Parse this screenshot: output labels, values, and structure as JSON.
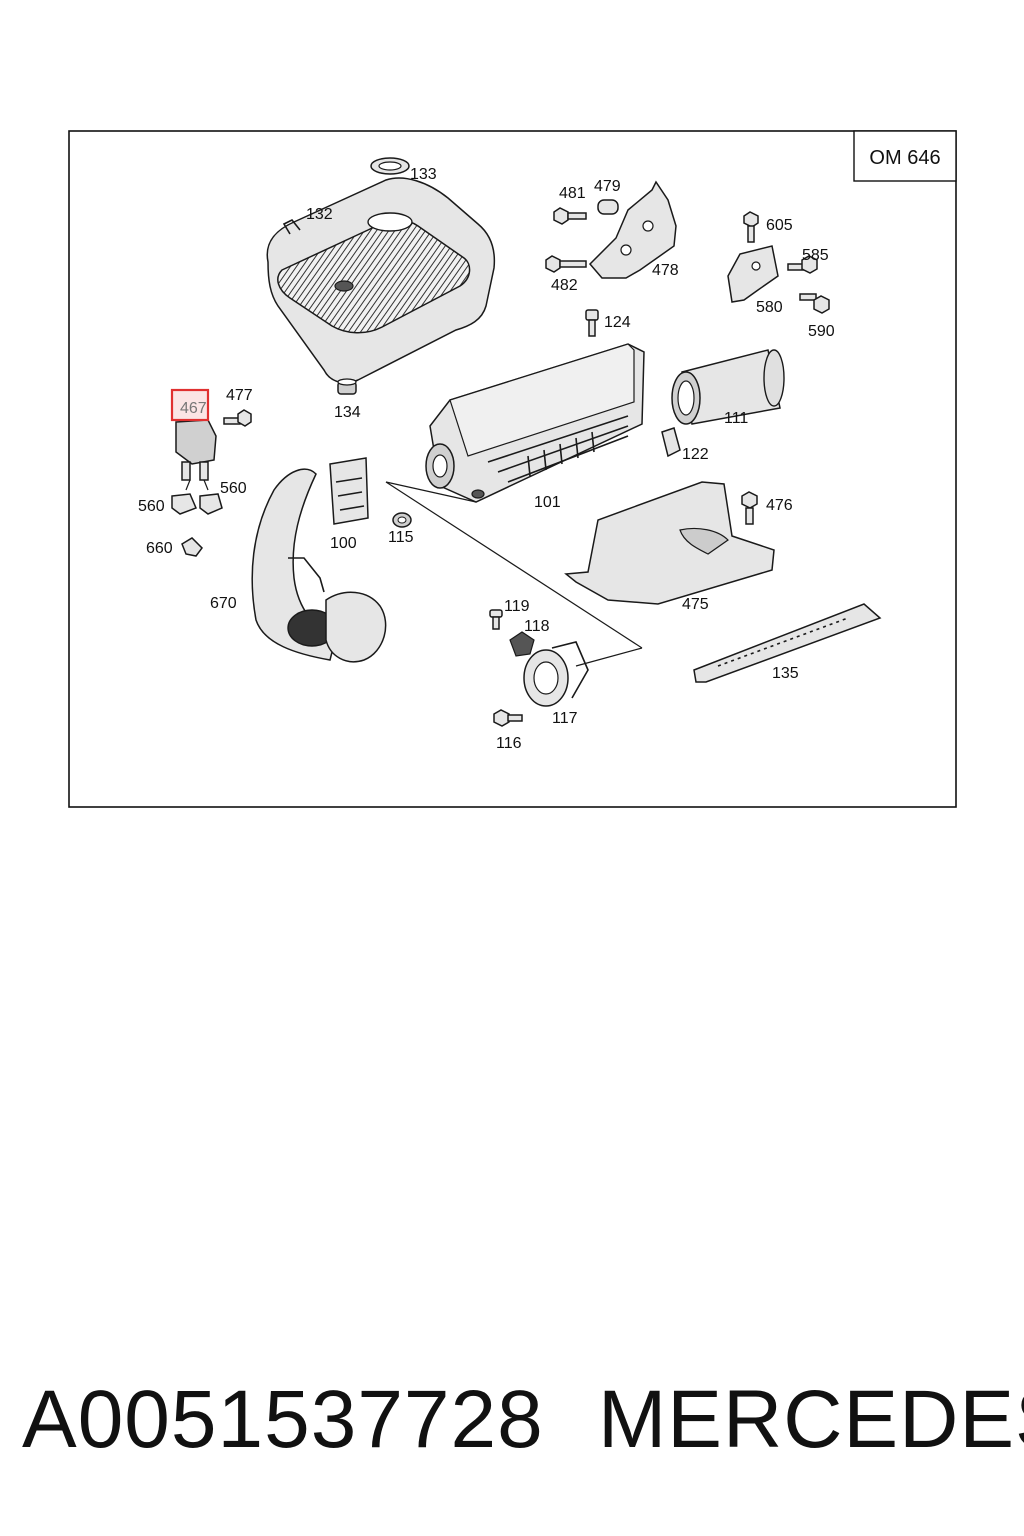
{
  "diagram": {
    "engine_code": "OM 646",
    "highlighted_part": "467",
    "callouts": {
      "c133": "133",
      "c132": "132",
      "c481": "481",
      "c479": "479",
      "c478": "478",
      "c482": "482",
      "c605": "605",
      "c585": "585",
      "c580": "580",
      "c590": "590",
      "c124": "124",
      "c467": "467",
      "c477": "477",
      "c134": "134",
      "c111": "111",
      "c122": "122",
      "c560a": "560",
      "c560b": "560",
      "c101": "101",
      "c476": "476",
      "c660": "660",
      "c100": "100",
      "c115": "115",
      "c670": "670",
      "c119": "119",
      "c118": "118",
      "c475": "475",
      "c135": "135",
      "c117": "117",
      "c116": "116"
    },
    "highlight_color": "#e03030"
  },
  "caption": {
    "part_number": "A0051537728",
    "brand": "MERCEDES"
  }
}
